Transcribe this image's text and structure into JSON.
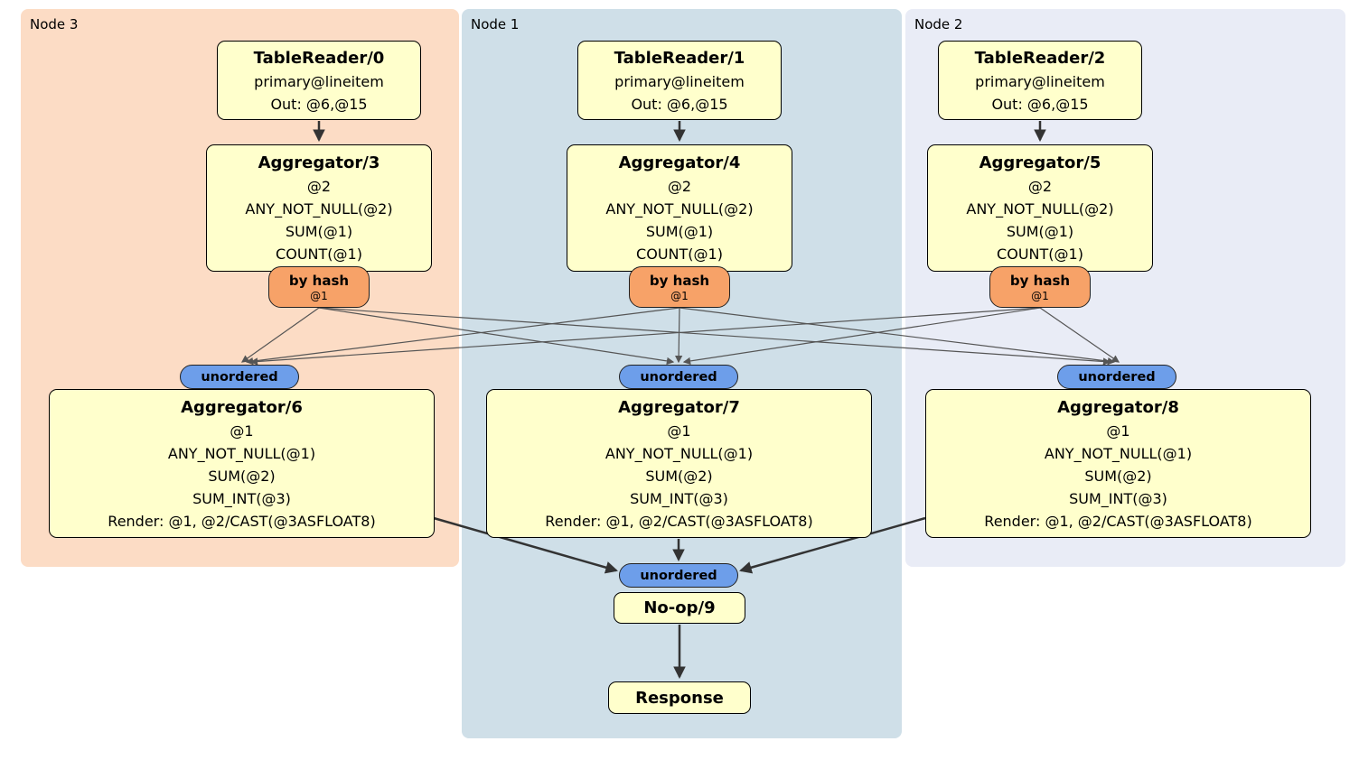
{
  "diagram": {
    "regions": {
      "node3": {
        "label": "Node 3"
      },
      "node1": {
        "label": "Node 1"
      },
      "node2": {
        "label": "Node 2"
      }
    },
    "processors": {
      "tablereader0": {
        "title": "TableReader/0",
        "lines": [
          "primary@lineitem",
          "Out: @6,@15"
        ]
      },
      "tablereader1": {
        "title": "TableReader/1",
        "lines": [
          "primary@lineitem",
          "Out: @6,@15"
        ]
      },
      "tablereader2": {
        "title": "TableReader/2",
        "lines": [
          "primary@lineitem",
          "Out: @6,@15"
        ]
      },
      "aggregator3": {
        "title": "Aggregator/3",
        "lines": [
          "@2",
          "ANY_NOT_NULL(@2)",
          "SUM(@1)",
          "COUNT(@1)"
        ]
      },
      "aggregator4": {
        "title": "Aggregator/4",
        "lines": [
          "@2",
          "ANY_NOT_NULL(@2)",
          "SUM(@1)",
          "COUNT(@1)"
        ]
      },
      "aggregator5": {
        "title": "Aggregator/5",
        "lines": [
          "@2",
          "ANY_NOT_NULL(@2)",
          "SUM(@1)",
          "COUNT(@1)"
        ]
      },
      "aggregator6": {
        "title": "Aggregator/6",
        "lines": [
          "@1",
          "ANY_NOT_NULL(@1)",
          "SUM(@2)",
          "SUM_INT(@3)",
          "Render: @1, @2/CAST(@3ASFLOAT8)"
        ]
      },
      "aggregator7": {
        "title": "Aggregator/7",
        "lines": [
          "@1",
          "ANY_NOT_NULL(@1)",
          "SUM(@2)",
          "SUM_INT(@3)",
          "Render: @1, @2/CAST(@3ASFLOAT8)"
        ]
      },
      "aggregator8": {
        "title": "Aggregator/8",
        "lines": [
          "@1",
          "ANY_NOT_NULL(@1)",
          "SUM(@2)",
          "SUM_INT(@3)",
          "Render: @1, @2/CAST(@3ASFLOAT8)"
        ]
      },
      "noop9": {
        "title": "No-op/9"
      },
      "response": {
        "title": "Response"
      }
    },
    "router": {
      "label": "by hash",
      "key": "@1"
    },
    "sync": {
      "label": "unordered"
    },
    "colors": {
      "node3_bg": "#fcdcc5",
      "node1_bg": "#cfdfe8",
      "node2_bg": "#e9ecf6",
      "processor_fill": "#ffffcc",
      "router_fill": "#f7a268",
      "sync_fill": "#6d9eea"
    }
  }
}
